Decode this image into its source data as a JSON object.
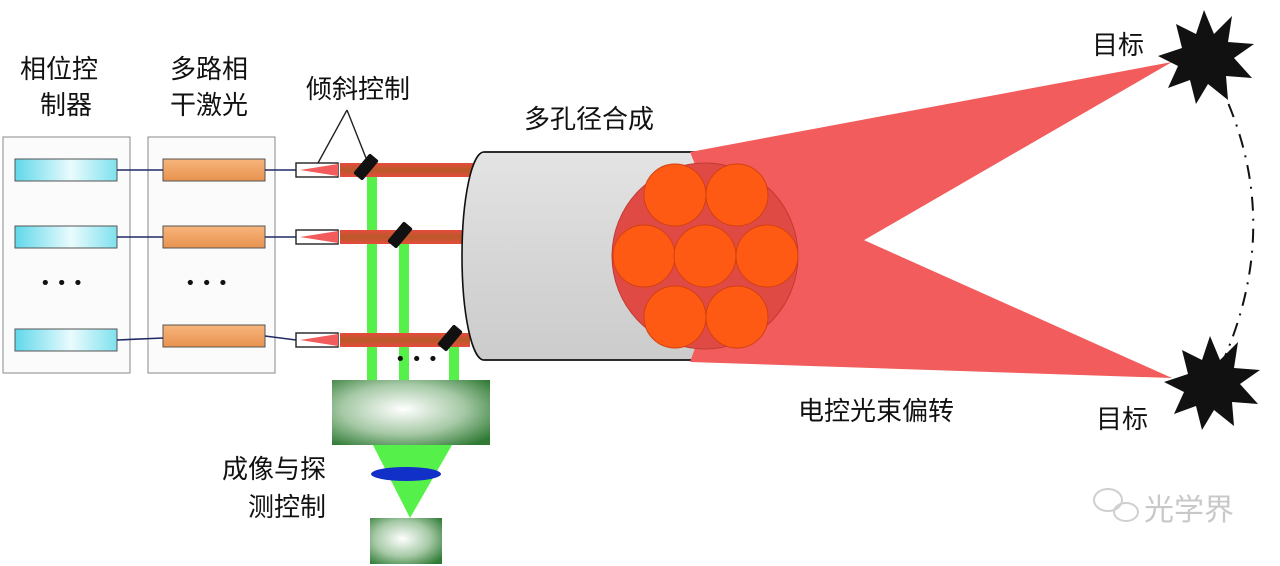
{
  "labels": {
    "phase_controller_line1": "相位控",
    "phase_controller_line2": "制器",
    "coherent_lasers_line1": "多路相",
    "coherent_lasers_line2": "干激光",
    "tilt_control": "倾斜控制",
    "multi_aperture": "多孔径合成",
    "target_top": "目标",
    "target_bottom": "目标",
    "beam_steering": "电控光束偏转",
    "imaging_line1": "成像与探",
    "imaging_line2": "测控制",
    "ellipsis_controller": "• • •",
    "ellipsis_lasers": "• • •",
    "ellipsis_mirrors": "• • •"
  },
  "watermark": "光学界",
  "colors": {
    "beam_red": "#f25c5c",
    "emitter_orange": "#ff5a14",
    "laser_orange": "#f2a466",
    "controller_cyan": "#8fe8f0",
    "detection_green": "#55f04a",
    "target_black": "#111111"
  }
}
